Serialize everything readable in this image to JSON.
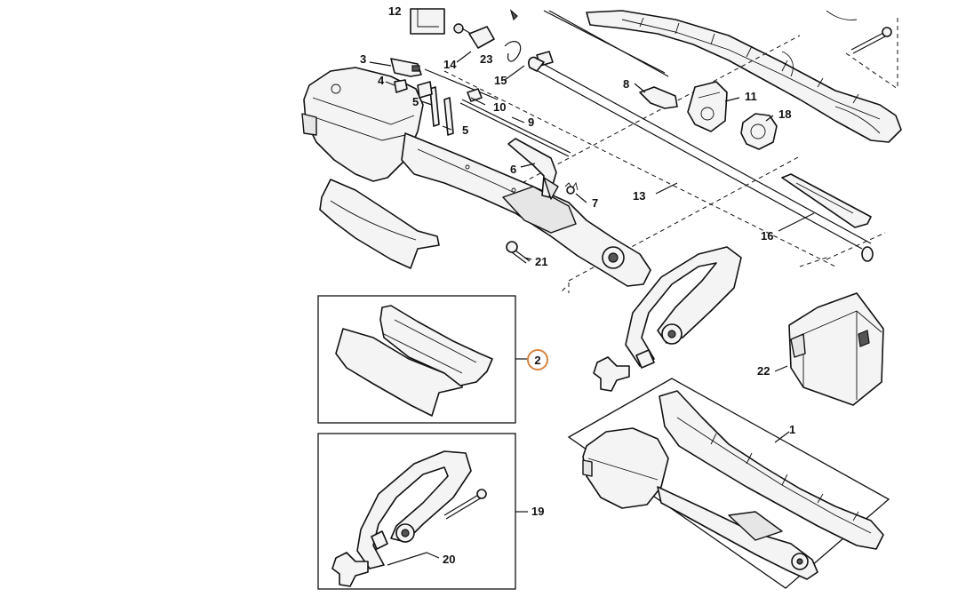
{
  "diagram": {
    "callouts": [
      {
        "id": "c12",
        "label": "12"
      },
      {
        "id": "c3",
        "label": "3"
      },
      {
        "id": "c4",
        "label": "4"
      },
      {
        "id": "c5a",
        "label": "5"
      },
      {
        "id": "c5b",
        "label": "5"
      },
      {
        "id": "c14",
        "label": "14"
      },
      {
        "id": "c23",
        "label": "23"
      },
      {
        "id": "c15",
        "label": "15"
      },
      {
        "id": "c10",
        "label": "10"
      },
      {
        "id": "c9",
        "label": "9"
      },
      {
        "id": "c6",
        "label": "6"
      },
      {
        "id": "c7",
        "label": "7"
      },
      {
        "id": "c8",
        "label": "8"
      },
      {
        "id": "c11",
        "label": "11"
      },
      {
        "id": "c18",
        "label": "18"
      },
      {
        "id": "c13",
        "label": "13"
      },
      {
        "id": "c16",
        "label": "16"
      },
      {
        "id": "c21",
        "label": "21"
      },
      {
        "id": "c2",
        "label": "2"
      },
      {
        "id": "c22",
        "label": "22"
      },
      {
        "id": "c1",
        "label": "1"
      },
      {
        "id": "c19",
        "label": "19"
      },
      {
        "id": "c20",
        "label": "20"
      }
    ],
    "highlight_color": "#d9833e"
  }
}
